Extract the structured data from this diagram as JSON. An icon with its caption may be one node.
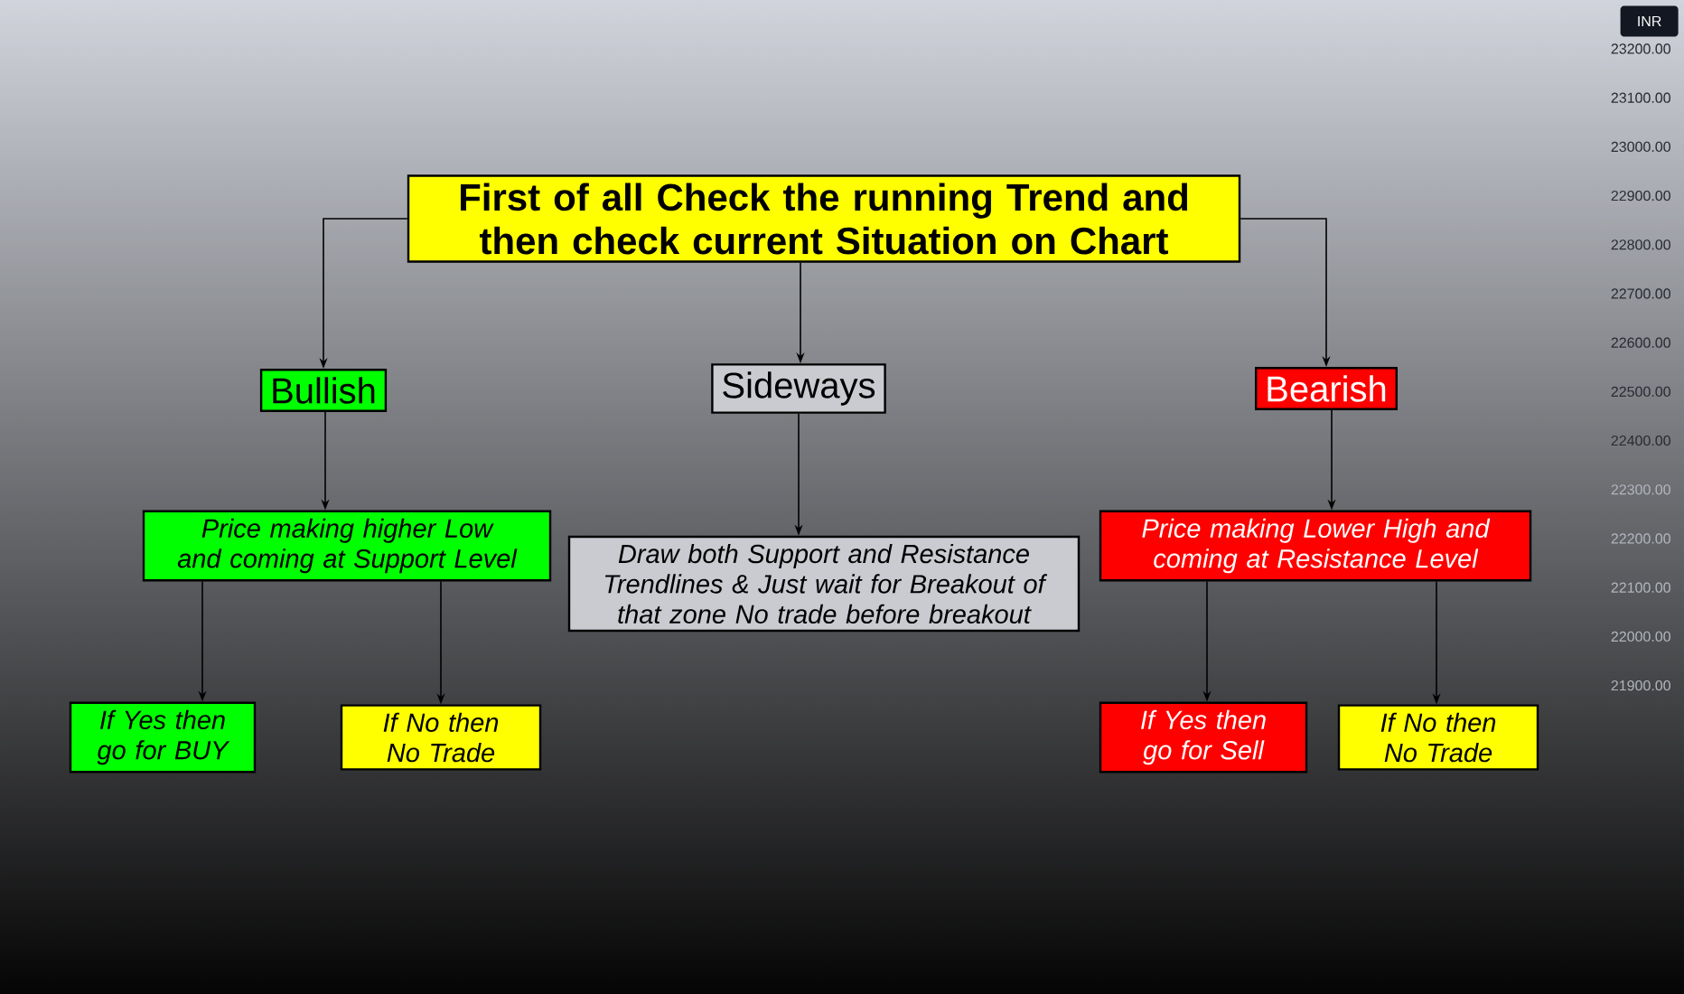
{
  "diagram": {
    "nodes": [
      {
        "text": [
          "First of all Check the running Trend and then check current Situation on Chart"
        ]
      },
      {
        "text": [
          "Bullish"
        ]
      },
      {
        "text": [
          "Sideways"
        ]
      },
      {
        "text": [
          "Bearish"
        ]
      },
      {
        "text": [
          "Price making higher Low and coming at Support Level"
        ]
      },
      {
        "text": [
          "Draw both Support and Resistance Trendlines & Just wait for Breakout of that zone No trade before breakout"
        ]
      },
      {
        "text": [
          "Price making Lower High and coming at Resistance Level"
        ]
      },
      {
        "text": [
          "If Yes then go for BUY"
        ]
      },
      {
        "text": [
          "If No then No Trade"
        ]
      },
      {
        "text": [
          "If Yes then go for Sell"
        ]
      },
      {
        "text": [
          "If No then No Trade"
        ]
      }
    ],
    "edges": [
      {
        "from": 0,
        "to": 1,
        "arrow": "to"
      },
      {
        "from": 0,
        "to": 2,
        "arrow": "to"
      },
      {
        "from": 0,
        "to": 3,
        "arrow": "to"
      },
      {
        "from": 1,
        "to": 4,
        "arrow": "to"
      },
      {
        "from": 2,
        "to": 5,
        "arrow": "to"
      },
      {
        "from": 3,
        "to": 6,
        "arrow": "to"
      },
      {
        "from": 4,
        "to": 7,
        "arrow": "to"
      },
      {
        "from": 4,
        "to": 8,
        "arrow": "to"
      },
      {
        "from": 6,
        "to": 9,
        "arrow": "to"
      },
      {
        "from": 6,
        "to": 10,
        "arrow": "to"
      }
    ],
    "labels": [
      "INR",
      "23200.00",
      "23100.00",
      "23000.00",
      "22900.00",
      "22800.00",
      "22700.00",
      "22600.00",
      "22500.00",
      "22400.00",
      "22300.00",
      "22200.00",
      "22100.00",
      "22000.00",
      "21900.00"
    ]
  }
}
